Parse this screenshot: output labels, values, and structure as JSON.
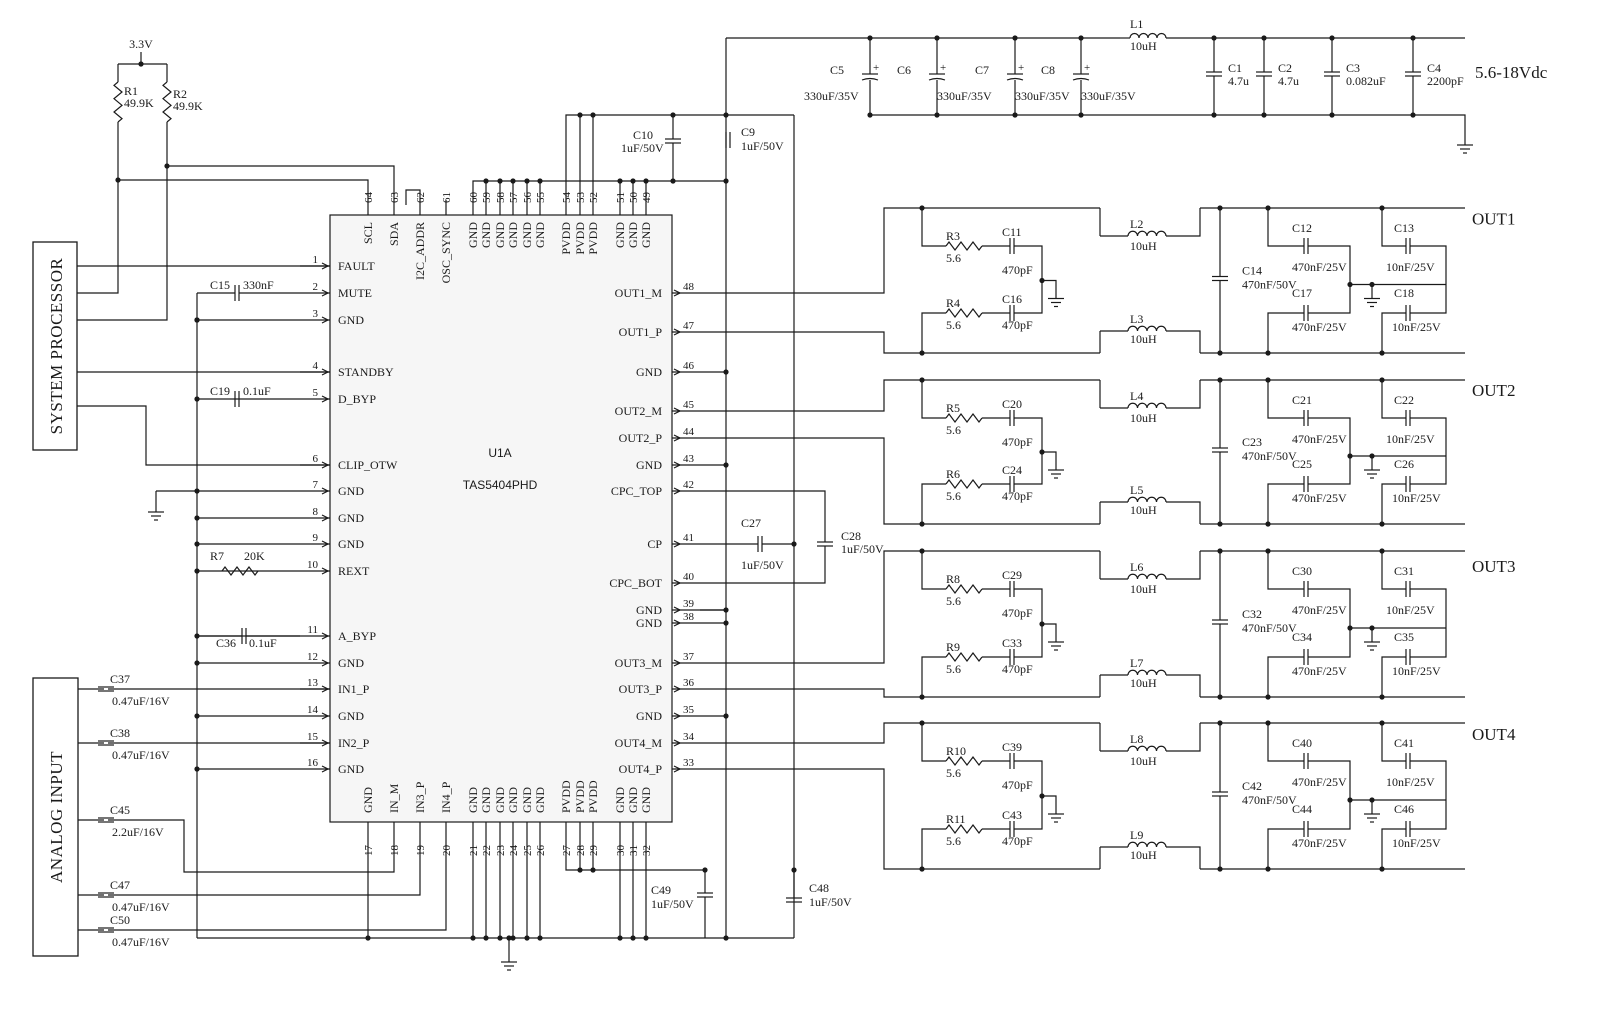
{
  "ic": {
    "ref": "U1A",
    "part": "TAS5404PHD",
    "left_pins": [
      {
        "num": "1",
        "name": "FAULT"
      },
      {
        "num": "2",
        "name": "MUTE"
      },
      {
        "num": "3",
        "name": "GND"
      },
      {
        "num": "4",
        "name": "STANDBY"
      },
      {
        "num": "5",
        "name": "D_BYP"
      },
      {
        "num": "6",
        "name": "CLIP_OTW"
      },
      {
        "num": "7",
        "name": "GND"
      },
      {
        "num": "8",
        "name": "GND"
      },
      {
        "num": "9",
        "name": "GND"
      },
      {
        "num": "10",
        "name": "REXT"
      },
      {
        "num": "11",
        "name": "A_BYP"
      },
      {
        "num": "12",
        "name": "GND"
      },
      {
        "num": "13",
        "name": "IN1_P"
      },
      {
        "num": "14",
        "name": "GND"
      },
      {
        "num": "15",
        "name": "IN2_P"
      },
      {
        "num": "16",
        "name": "GND"
      }
    ],
    "right_pins": [
      {
        "num": "48",
        "name": "OUT1_M"
      },
      {
        "num": "47",
        "name": "OUT1_P"
      },
      {
        "num": "46",
        "name": "GND"
      },
      {
        "num": "45",
        "name": "OUT2_M"
      },
      {
        "num": "44",
        "name": "OUT2_P"
      },
      {
        "num": "43",
        "name": "GND"
      },
      {
        "num": "42",
        "name": "CPC_TOP"
      },
      {
        "num": "41",
        "name": "CP"
      },
      {
        "num": "40",
        "name": "CPC_BOT"
      },
      {
        "num": "39",
        "name": "GND"
      },
      {
        "num": "38",
        "name": "GND"
      },
      {
        "num": "37",
        "name": "OUT3_M"
      },
      {
        "num": "36",
        "name": "OUT3_P"
      },
      {
        "num": "35",
        "name": "GND"
      },
      {
        "num": "34",
        "name": "OUT4_M"
      },
      {
        "num": "33",
        "name": "OUT4_P"
      }
    ],
    "top_pins": [
      {
        "num": "64",
        "name": "SCL"
      },
      {
        "num": "63",
        "name": "SDA"
      },
      {
        "num": "62",
        "name": "I2C_ADDR"
      },
      {
        "num": "61",
        "name": "OSC_SYNC"
      },
      {
        "num": "60",
        "name": "GND"
      },
      {
        "num": "59",
        "name": "GND"
      },
      {
        "num": "58",
        "name": "GND"
      },
      {
        "num": "57",
        "name": "GND"
      },
      {
        "num": "56",
        "name": "GND"
      },
      {
        "num": "55",
        "name": "GND"
      },
      {
        "num": "54",
        "name": "PVDD"
      },
      {
        "num": "53",
        "name": "PVDD"
      },
      {
        "num": "52",
        "name": "PVDD"
      },
      {
        "num": "51",
        "name": "GND"
      },
      {
        "num": "50",
        "name": "GND"
      },
      {
        "num": "49",
        "name": "GND"
      }
    ],
    "bottom_pins": [
      {
        "num": "17",
        "name": "GND"
      },
      {
        "num": "18",
        "name": "IN_M"
      },
      {
        "num": "19",
        "name": "IN3_P"
      },
      {
        "num": "20",
        "name": "IN4_P"
      },
      {
        "num": "21",
        "name": "GND"
      },
      {
        "num": "22",
        "name": "GND"
      },
      {
        "num": "23",
        "name": "GND"
      },
      {
        "num": "24",
        "name": "GND"
      },
      {
        "num": "25",
        "name": "GND"
      },
      {
        "num": "26",
        "name": "GND"
      },
      {
        "num": "27",
        "name": "PVDD"
      },
      {
        "num": "28",
        "name": "PVDD"
      },
      {
        "num": "29",
        "name": "PVDD"
      },
      {
        "num": "30",
        "name": "GND"
      },
      {
        "num": "31",
        "name": "GND"
      },
      {
        "num": "32",
        "name": "GND"
      }
    ]
  },
  "blocks": {
    "system_processor": "SYSTEM PROCESSOR",
    "analog_input": "ANALOG INPUT"
  },
  "supply": {
    "logic": "3.3V",
    "main": "5.6-18Vdc"
  },
  "pullups": [
    {
      "ref": "R1",
      "value": "49.9K"
    },
    {
      "ref": "R2",
      "value": "49.9K"
    }
  ],
  "left_parts": [
    {
      "ref": "C15",
      "value": "330nF"
    },
    {
      "ref": "C19",
      "value": "0.1uF"
    },
    {
      "ref": "R7",
      "value": "20K"
    },
    {
      "ref": "C36",
      "value": "0.1uF"
    }
  ],
  "input_caps": [
    {
      "ref": "C37",
      "value": "0.47uF/16V"
    },
    {
      "ref": "C38",
      "value": "0.47uF/16V"
    },
    {
      "ref": "C45",
      "value": "2.2uF/16V"
    },
    {
      "ref": "C47",
      "value": "0.47uF/16V"
    },
    {
      "ref": "C50",
      "value": "0.47uF/16V"
    }
  ],
  "supply_parts": [
    {
      "ref": "C5",
      "value": "330uF/35V"
    },
    {
      "ref": "C6",
      "value": "330uF/35V"
    },
    {
      "ref": "C7",
      "value": "330uF/35V"
    },
    {
      "ref": "C8",
      "value": "330uF/35V"
    },
    {
      "ref": "L1",
      "value": "10uH"
    },
    {
      "ref": "C1",
      "value": "4.7u"
    },
    {
      "ref": "C2",
      "value": "4.7u"
    },
    {
      "ref": "C3",
      "value": "0.082uF"
    },
    {
      "ref": "C4",
      "value": "2200pF"
    },
    {
      "ref": "C10",
      "value": "1uF/50V"
    },
    {
      "ref": "C9",
      "value": "1uF/50V"
    }
  ],
  "pump_parts": [
    {
      "ref": "C27",
      "value": "1uF/50V"
    },
    {
      "ref": "C28",
      "value": "1uF/50V"
    },
    {
      "ref": "C49",
      "value": "1uF/50V"
    },
    {
      "ref": "C48",
      "value": "1uF/50V"
    }
  ],
  "channels": [
    {
      "label": "OUT1",
      "ra": "R3",
      "rb": "R4",
      "rval": "5.6",
      "csa": "C11",
      "csb": "C16",
      "csval": "470pF",
      "la": "L2",
      "lb": "L3",
      "lval": "10uH",
      "cm": "C14",
      "cmval": "470nF/50V",
      "cx1": "C12",
      "cx2": "C17",
      "cxval": "470nF/25V",
      "cy1": "C13",
      "cy2": "C18",
      "cyval": "10nF/25V"
    },
    {
      "label": "OUT2",
      "ra": "R5",
      "rb": "R6",
      "rval": "5.6",
      "csa": "C20",
      "csb": "C24",
      "csval": "470pF",
      "la": "L4",
      "lb": "L5",
      "lval": "10uH",
      "cm": "C23",
      "cmval": "470nF/50V",
      "cx1": "C21",
      "cx2": "C25",
      "cxval": "470nF/25V",
      "cy1": "C22",
      "cy2": "C26",
      "cyval": "10nF/25V"
    },
    {
      "label": "OUT3",
      "ra": "R8",
      "rb": "R9",
      "rval": "5.6",
      "csa": "C29",
      "csb": "C33",
      "csval": "470pF",
      "la": "L6",
      "lb": "L7",
      "lval": "10uH",
      "cm": "C32",
      "cmval": "470nF/50V",
      "cx1": "C30",
      "cx2": "C34",
      "cxval": "470nF/25V",
      "cy1": "C31",
      "cy2": "C35",
      "cyval": "10nF/25V"
    },
    {
      "label": "OUT4",
      "ra": "R10",
      "rb": "R11",
      "rval": "5.6",
      "csa": "C39",
      "csb": "C43",
      "csval": "470pF",
      "la": "L8",
      "lb": "L9",
      "lval": "10uH",
      "cm": "C42",
      "cmval": "470nF/50V",
      "cx1": "C40",
      "cx2": "C44",
      "cxval": "470nF/25V",
      "cy1": "C41",
      "cy2": "C46",
      "cyval": "10nF/25V"
    }
  ]
}
